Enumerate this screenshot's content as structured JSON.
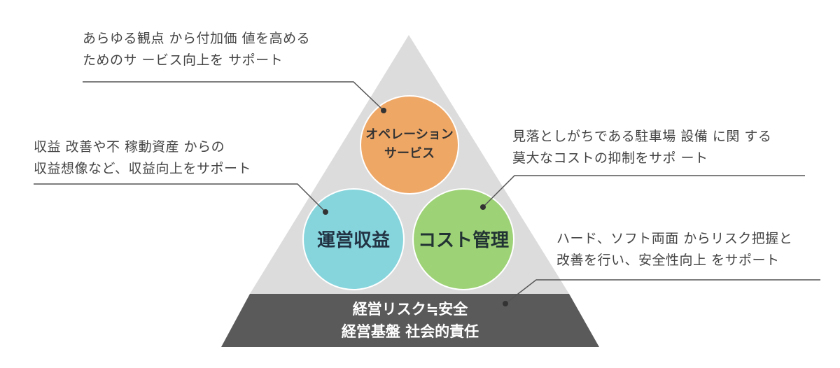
{
  "pyramid": {
    "base_lines": [
      "経営リスク≒安全",
      "経営基盤 社会的責任"
    ],
    "circles": [
      {
        "label_lines": [
          "オペレーション",
          "サービス"
        ],
        "color": "#EFA766"
      },
      {
        "label_lines": [
          "運営収益"
        ],
        "color": "#86D5DD"
      },
      {
        "label_lines": [
          "コスト管理"
        ],
        "color": "#9ED277"
      }
    ],
    "triangle_color": "#DCDCDC",
    "base_color": "#5A5A5A"
  },
  "notes": {
    "operation": [
      "あらゆる観点 から付加価 値を高める",
      "ためのサ ービス向上を サポート"
    ],
    "revenue": [
      "収益 改善や不 稼動資産 からの",
      "収益想像など、収益向上をサポート"
    ],
    "cost": [
      "見落としがちである駐車場 設備 に関 する",
      "莫大なコストの抑制をサポ ート"
    ],
    "risk": [
      "ハード、ソフト両面 からリスク把握と",
      "改善を行い、安全性向上 をサポート"
    ]
  }
}
